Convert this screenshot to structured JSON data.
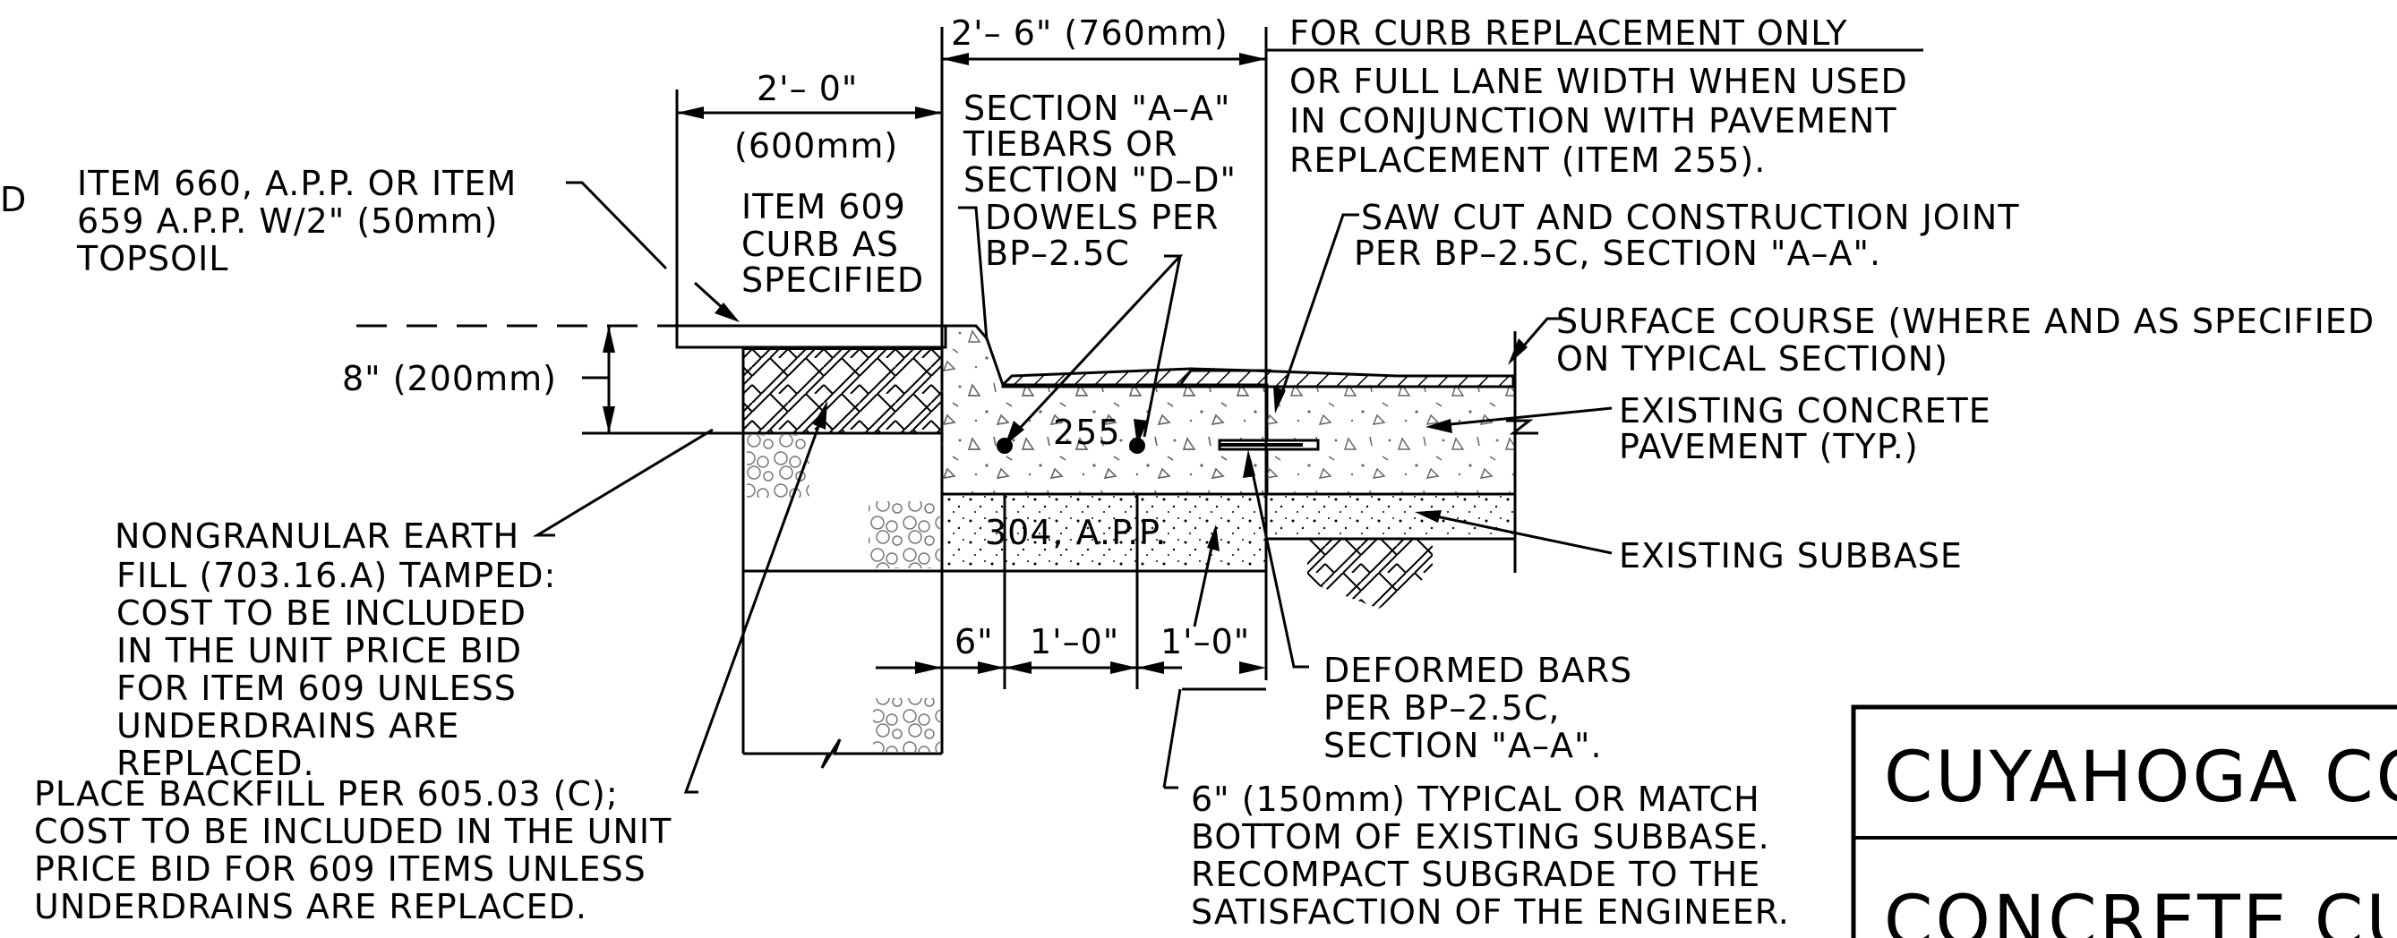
{
  "dims": {
    "curb_width": "2'– 0\"",
    "curb_width_mm": "(600mm)",
    "replacement_width": "2'– 6\" (760mm)",
    "depth": "8\" (200mm)",
    "bottom_6in": "6\"",
    "bottom_1ft_a": "1'–0\"",
    "bottom_1ft_b": "1'–0\""
  },
  "labels": {
    "curb_replacement": "FOR CURB REPLACEMENT ONLY",
    "full_lane": [
      "OR FULL LANE WIDTH WHEN USED",
      "IN CONJUNCTION WITH PAVEMENT",
      "REPLACEMENT (ITEM 255)."
    ],
    "section_aa": [
      "SECTION \"A–A\"",
      "TIEBARS OR",
      "SECTION \"D–D\""
    ],
    "dowels": [
      "DOWELS PER",
      "BP–2.5C"
    ],
    "item609": [
      "ITEM 609",
      "CURB AS",
      "SPECIFIED"
    ],
    "item660": [
      "ITEM 660, A.P.P. OR ITEM",
      "659 A.P.P. W/2\" (50mm)",
      "TOPSOIL"
    ],
    "saw_cut": [
      "SAW CUT AND CONSTRUCTION JOINT",
      "PER BP–2.5C, SECTION \"A–A\"."
    ],
    "surface_course": [
      "SURFACE COURSE (WHERE AND AS SPECIFIED",
      "ON TYPICAL SECTION)"
    ],
    "existing_concrete": [
      "EXISTING CONCRETE",
      "PAVEMENT (TYP.)"
    ],
    "existing_subbase": "EXISTING SUBBASE",
    "nongranular": [
      "NONGRANULAR EARTH",
      "FILL (703.16.A) TAMPED:",
      "COST TO BE INCLUDED",
      "IN THE UNIT PRICE BID",
      "FOR ITEM 609 UNLESS",
      "UNDERDRAINS ARE",
      "REPLACED."
    ],
    "deformed_bars": [
      "DEFORMED BARS",
      "PER BP–2.5C,",
      "SECTION \"A–A\"."
    ],
    "backfill": [
      "PLACE BACKFILL PER 605.03 (C);",
      "COST TO BE INCLUDED IN THE UNIT",
      "PRICE BID FOR 609 ITEMS UNLESS",
      "UNDERDRAINS ARE REPLACED."
    ],
    "subbase_note": [
      "6\" (150mm) TYPICAL OR MATCH",
      "BOTTOM OF EXISTING SUBBASE.",
      "RECOMPACT SUBGRADE TO THE",
      "SATISFACTION OF THE ENGINEER."
    ],
    "item255": "255",
    "item304": "304, A.P.P.",
    "edge_letter": "D"
  },
  "title_block": {
    "county": "CUYAHOGA CO",
    "drawing_title": "CONCRETE CU"
  }
}
